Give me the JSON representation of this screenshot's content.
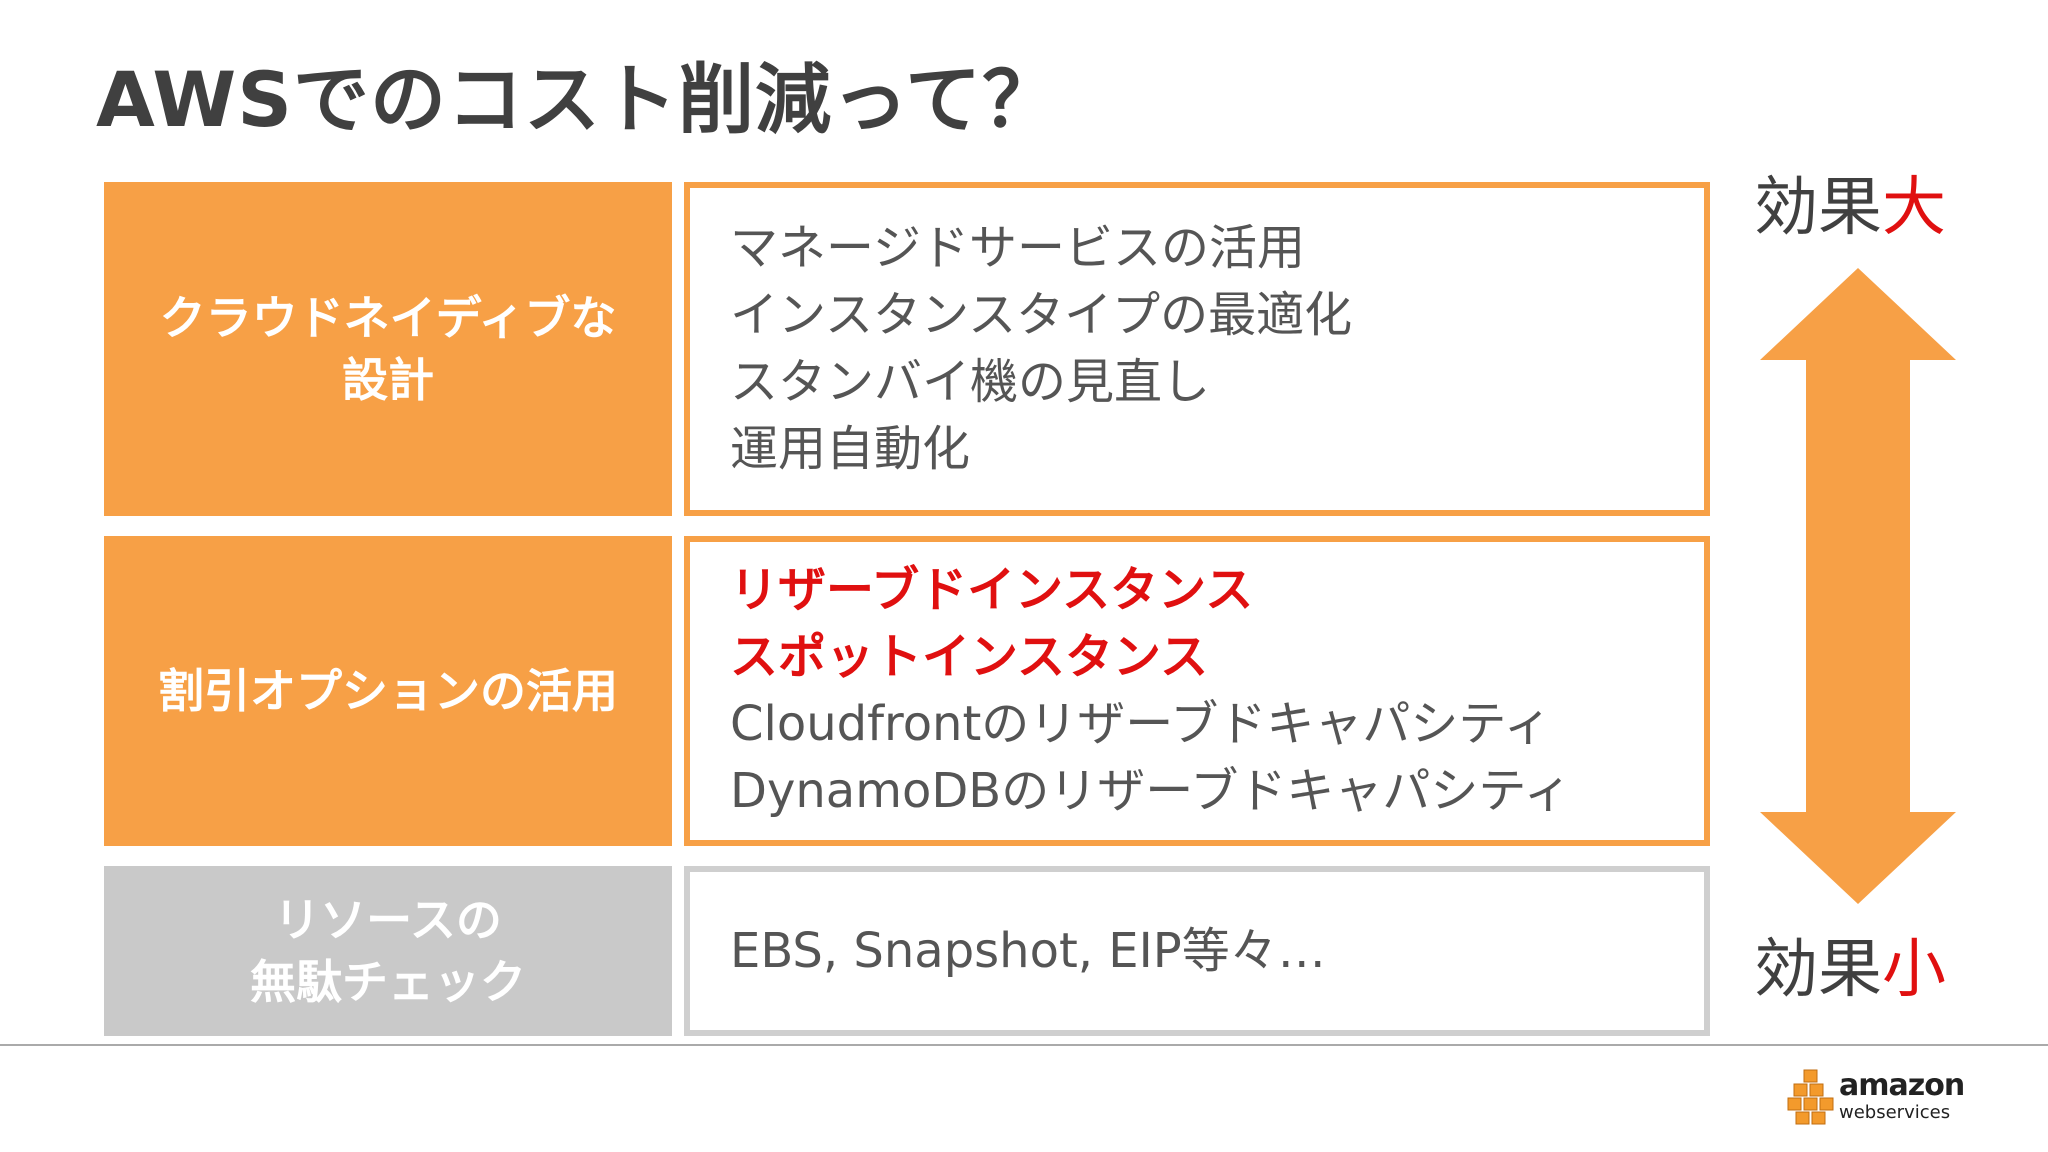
{
  "title": "AWSでのコスト削減って？",
  "rows": [
    {
      "category": [
        "クラウドネイディブな",
        "設計"
      ],
      "items": [
        "マネージドサービスの活用",
        "インスタンスタイプの最適化",
        "スタンバイ機の見直し",
        "運用自動化"
      ]
    },
    {
      "category": [
        "割引オプションの活用"
      ],
      "highlight_items": [
        "リザーブドインスタンス",
        "スポットインスタンス"
      ],
      "items": [
        "Cloudfrontのリザーブドキャパシティ",
        "DynamoDBのリザーブドキャパシティ"
      ]
    },
    {
      "category": [
        "リソースの",
        "無駄チェック"
      ],
      "items": [
        "EBS, Snapshot, EIP等々…"
      ]
    }
  ],
  "effect_high": {
    "prefix": "効果",
    "suffix": "大"
  },
  "effect_low": {
    "prefix": "効果",
    "suffix": "小"
  },
  "logo": {
    "line1": "amazon",
    "line2": "webservices"
  },
  "colors": {
    "accent": "#f7a046",
    "highlight": "#e01010",
    "neutral": "#c9c9c9",
    "text": "#555555"
  }
}
